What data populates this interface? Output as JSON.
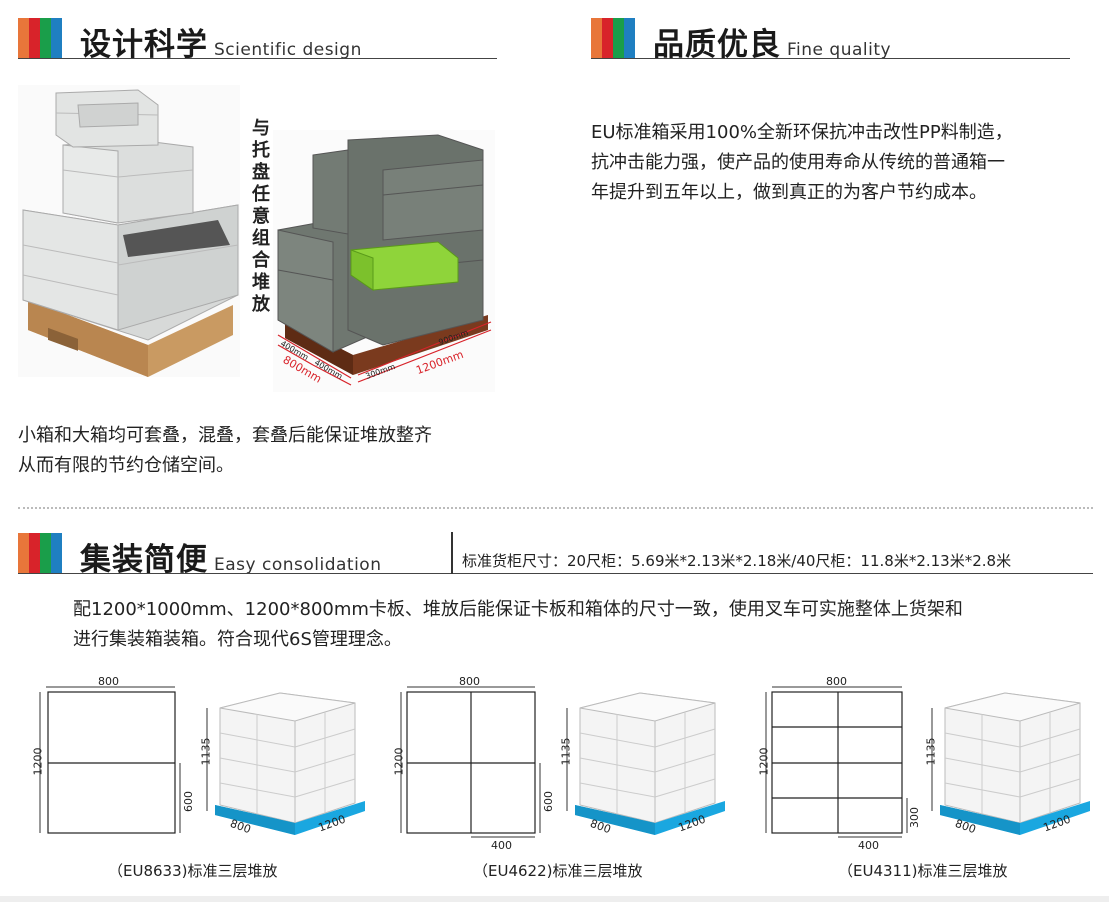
{
  "sections": {
    "design": {
      "title": "设计科学",
      "subtitle": "Scientific design"
    },
    "quality": {
      "title": "品质优良",
      "subtitle": "Fine quality"
    },
    "consolidation": {
      "title": "集装简便",
      "subtitle": "Easy consolidation"
    }
  },
  "design": {
    "vertical_text": [
      "与",
      "托",
      "盘",
      "任",
      "意",
      "组",
      "合",
      "堆",
      "放"
    ],
    "paragraph_line1": "小箱和大箱均可套叠，混叠，套叠后能保证堆放整齐",
    "paragraph_line2": "从而有限的节约仓储空间。",
    "photo_dims": {
      "d400a": "400mm",
      "d400b": "400mm",
      "d800": "800mm",
      "d300": "300mm",
      "d900": "900mm",
      "d1200": "1200mm"
    }
  },
  "quality": {
    "line1": "EU标准箱采用100%全新环保抗冲击改性PP料制造，",
    "line2": "抗冲击能力强，使产品的使用寿命从传统的普通箱一",
    "line3": "年提升到五年以上，做到真正的为客户节约成本。"
  },
  "consolidation": {
    "spec": "标准货柜尺寸：20尺柜：5.69米*2.13米*2.18米/40尺柜：11.8米*2.13米*2.8米",
    "line1": "配1200*1000mm、1200*800mm卡板、堆放后能保证卡板和箱体的尺寸一致，使用叉车可实施整体上货架和",
    "line2": "进行集装箱装箱。符合现代6S管理理念。"
  },
  "diagrams": [
    {
      "caption": "（EU8633)标准三层堆放",
      "top": "800",
      "side": "1200",
      "inner": "600",
      "bottom": "",
      "height": "1135",
      "base_a": "800",
      "base_b": "1200"
    },
    {
      "caption": "（EU4622)标准三层堆放",
      "top": "800",
      "side": "1200",
      "inner": "600",
      "bottom": "400",
      "height": "1135",
      "base_a": "800",
      "base_b": "1200"
    },
    {
      "caption": "（EU4311)标准三层堆放",
      "top": "800",
      "side": "1200",
      "inner": "300",
      "bottom": "400",
      "height": "1135",
      "base_a": "800",
      "base_b": "1200"
    }
  ],
  "colors": {
    "orange": "#e8763a",
    "red": "#d8232a",
    "green": "#1a9e4a",
    "blue": "#1f7fc1",
    "pallet": "#1aa7e0",
    "crate_grey": "#6f7770",
    "crate_green": "#8fd43a"
  }
}
